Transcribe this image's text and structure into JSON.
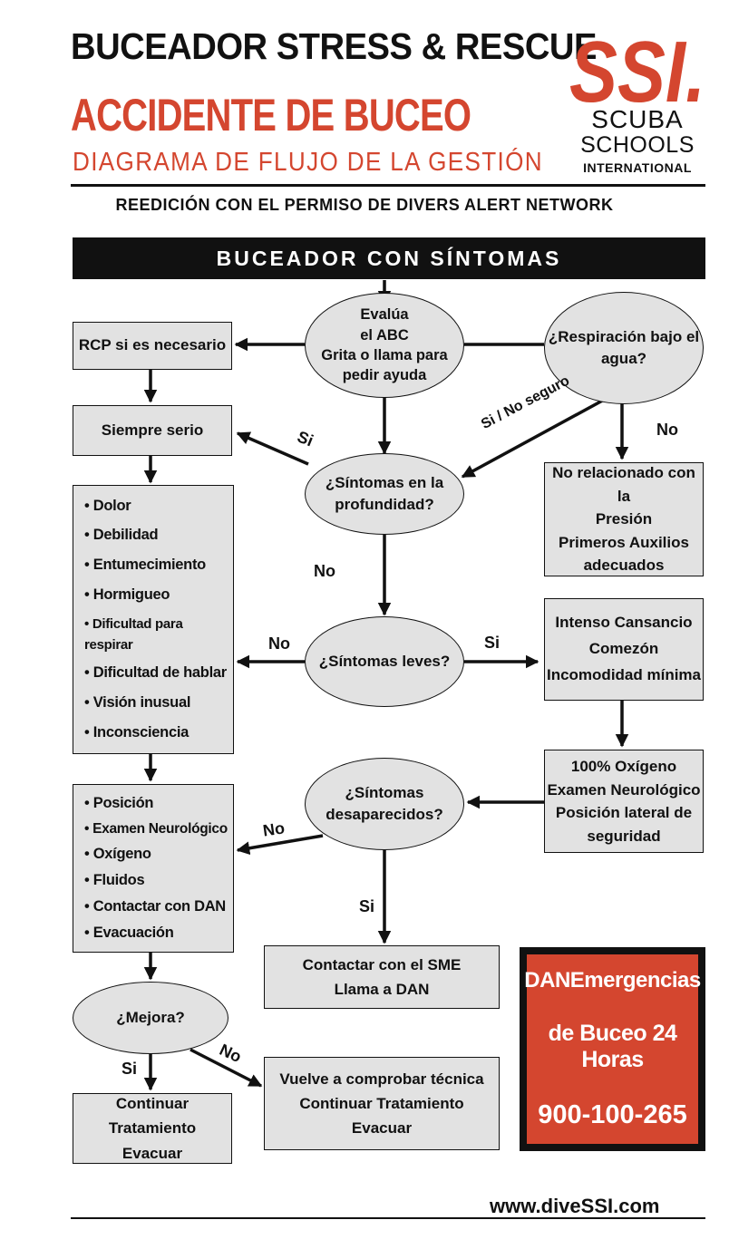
{
  "header": {
    "title": "BUCEADOR STRESS & RESCUE",
    "subtitle": "ACCIDENTE DE BUCEO",
    "subtitle2": "DIAGRAMA DE FLUJO DE LA GESTIÓN",
    "reedition": "REEDICIÓN CON EL PERMISO DE DIVERS ALERT NETWORK"
  },
  "logo": {
    "mark": "SSI.",
    "line1": "SCUBA",
    "line2": "SCHOOLS",
    "line3": "INTERNATIONAL"
  },
  "banner": "BUCEADOR CON SÍNTOMAS",
  "nodes": {
    "abc": [
      "Evalúa",
      "el ABC",
      "Grita o llama para",
      "pedir ayuda"
    ],
    "underwater": [
      "¿Respiración bajo el",
      "agua?"
    ],
    "rcp": "RCP si es necesario",
    "serious": "Siempre serio",
    "depth": [
      "¿Síntomas en la",
      "profundidad?"
    ],
    "not_pressure": [
      "No relacionado con la",
      "Presión",
      "Primeros Auxilios",
      "adecuados"
    ],
    "symptoms": [
      "• Dolor",
      "• Debilidad",
      "• Entumecimiento",
      "• Hormigueo",
      "• Dificultad para respirar",
      "• Dificultad de hablar",
      "• Visión inusual",
      "• Inconsciencia"
    ],
    "mild": "¿Síntomas leves?",
    "mild_list": [
      "Intenso Cansancio",
      "Comezón",
      "Incomodidad mínima"
    ],
    "oxygen": [
      "100% Oxígeno",
      "Examen Neurológico",
      "Posición lateral de",
      "seguridad"
    ],
    "gone": [
      "¿Síntomas",
      "desaparecidos?"
    ],
    "actions": [
      "• Posición",
      "• Examen Neurológico",
      "• Oxígeno",
      "• Fluidos",
      "• Contactar con DAN",
      "• Evacuación"
    ],
    "sme": [
      "Contactar con el SME",
      "Llama a DAN"
    ],
    "improve": "¿Mejora?",
    "continue": [
      "Continuar Tratamiento",
      "Evacuar"
    ],
    "recheck": [
      "Vuelve a comprobar técnica",
      "Continuar Tratamiento",
      "Evacuar"
    ]
  },
  "labels": {
    "si_serious": "Si",
    "si_noseguro": "Si / No seguro",
    "no_underwater": "No",
    "no_depth": "No",
    "no_mild": "No",
    "si_mild": "Si",
    "no_gone": "No",
    "si_gone": "Si",
    "si_improve": "Si",
    "no_improve": "No"
  },
  "dan": {
    "line1": "DANEmergencias",
    "line2": "de Buceo 24 Horas",
    "phone": "900-100-265"
  },
  "footer": {
    "url": "www.diveSSI.com"
  },
  "colors": {
    "accent": "#d4462f",
    "box_fill": "#e2e2e2",
    "banner": "#111111"
  }
}
